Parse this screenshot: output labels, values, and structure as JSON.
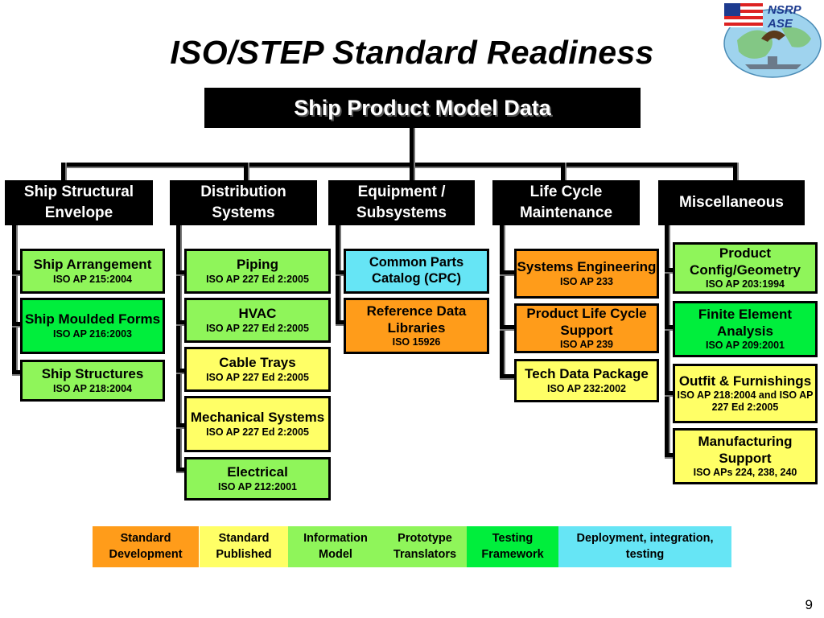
{
  "title": "ISO/STEP Standard Readiness",
  "logo_text": "NSRP ASE",
  "root": "Ship Product Model Data",
  "categories": {
    "structural": [
      "Ship Structural",
      "Envelope"
    ],
    "distribution": [
      "Distribution",
      "Systems"
    ],
    "equipment": [
      "Equipment /",
      "Subsystems"
    ],
    "lifecycle": [
      "Life Cycle",
      "Maintenance"
    ],
    "misc": [
      "Miscellaneous"
    ]
  },
  "items": {
    "ship_arrangement": {
      "name": "Ship Arrangement",
      "std": "ISO AP 215:2004"
    },
    "ship_moulded_forms": {
      "name": "Ship Moulded Forms",
      "std": "ISO AP 216:2003"
    },
    "ship_structures": {
      "name": "Ship Structures",
      "std": "ISO AP 218:2004"
    },
    "piping": {
      "name": "Piping",
      "std": "ISO AP 227 Ed 2:2005"
    },
    "hvac": {
      "name": "HVAC",
      "std": "ISO AP 227 Ed 2:2005"
    },
    "cable_trays": {
      "name": "Cable Trays",
      "std": "ISO AP 227 Ed 2:2005"
    },
    "mechanical_systems": {
      "name": "Mechanical Systems",
      "std": "ISO AP 227 Ed 2:2005"
    },
    "electrical": {
      "name": "Electrical",
      "std": "ISO AP 212:2001"
    },
    "common_parts_catalog": {
      "name": "Common Parts Catalog (CPC)",
      "std": ""
    },
    "reference_data_libraries": {
      "name": "Reference Data Libraries",
      "std": "ISO 15926"
    },
    "systems_engineering": {
      "name": "Systems Engineering",
      "std": "ISO AP 233"
    },
    "product_life_cycle_support": {
      "name": "Product Life Cycle Support",
      "std": "ISO AP 239"
    },
    "tech_data_package": {
      "name": "Tech Data Package",
      "std": "ISO AP 232:2002"
    },
    "product_config_geometry": {
      "name": "Product Config/Geometry",
      "std": "ISO AP 203:1994"
    },
    "finite_element_analysis": {
      "name": "Finite Element Analysis",
      "std": "ISO AP 209:2001"
    },
    "outfit_furnishings": {
      "name": "Outfit & Furnishings",
      "std": "ISO AP 218:2004 and ISO AP 227 Ed 2:2005"
    },
    "manufacturing_support": {
      "name": "Manufacturing Support",
      "std": "ISO APs 224, 238, 240"
    }
  },
  "legend": [
    {
      "label": "Standard Development",
      "color": "#ff9c1a"
    },
    {
      "label": "Standard Published",
      "color": "#ffff66"
    },
    {
      "label": "Information Model",
      "color": "#8ff55a"
    },
    {
      "label": "Prototype Translators",
      "color": "#8ff55a"
    },
    {
      "label": "Testing Framework",
      "color": "#00ee3c"
    },
    {
      "label": "Deployment, integration, testing",
      "color": "#66e5f5"
    }
  ],
  "page_number": "9"
}
